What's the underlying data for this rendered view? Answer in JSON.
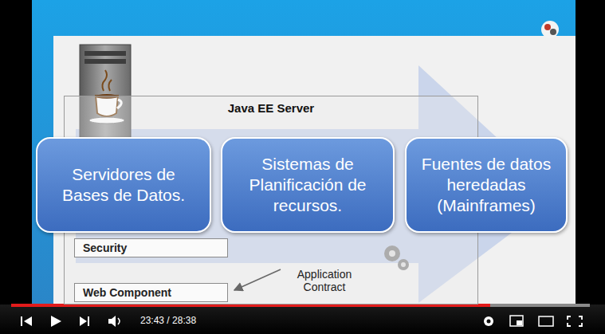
{
  "diagram": {
    "nodes": [
      {
        "text": [
          "Java EE Server"
        ]
      },
      {
        "text": [
          "Security"
        ],
        "in": 0
      },
      {
        "text": [
          "Web Component"
        ],
        "in": 0
      },
      {
        "text": [
          "Servidores de Bases de Datos."
        ]
      },
      {
        "text": [
          "Sistemas de Planificación de recursos."
        ]
      },
      {
        "text": [
          "Fuentes de datos heredadas (Mainframes)"
        ]
      }
    ],
    "labels": [
      "Application Contract",
      "23:43 / 28:38"
    ]
  }
}
